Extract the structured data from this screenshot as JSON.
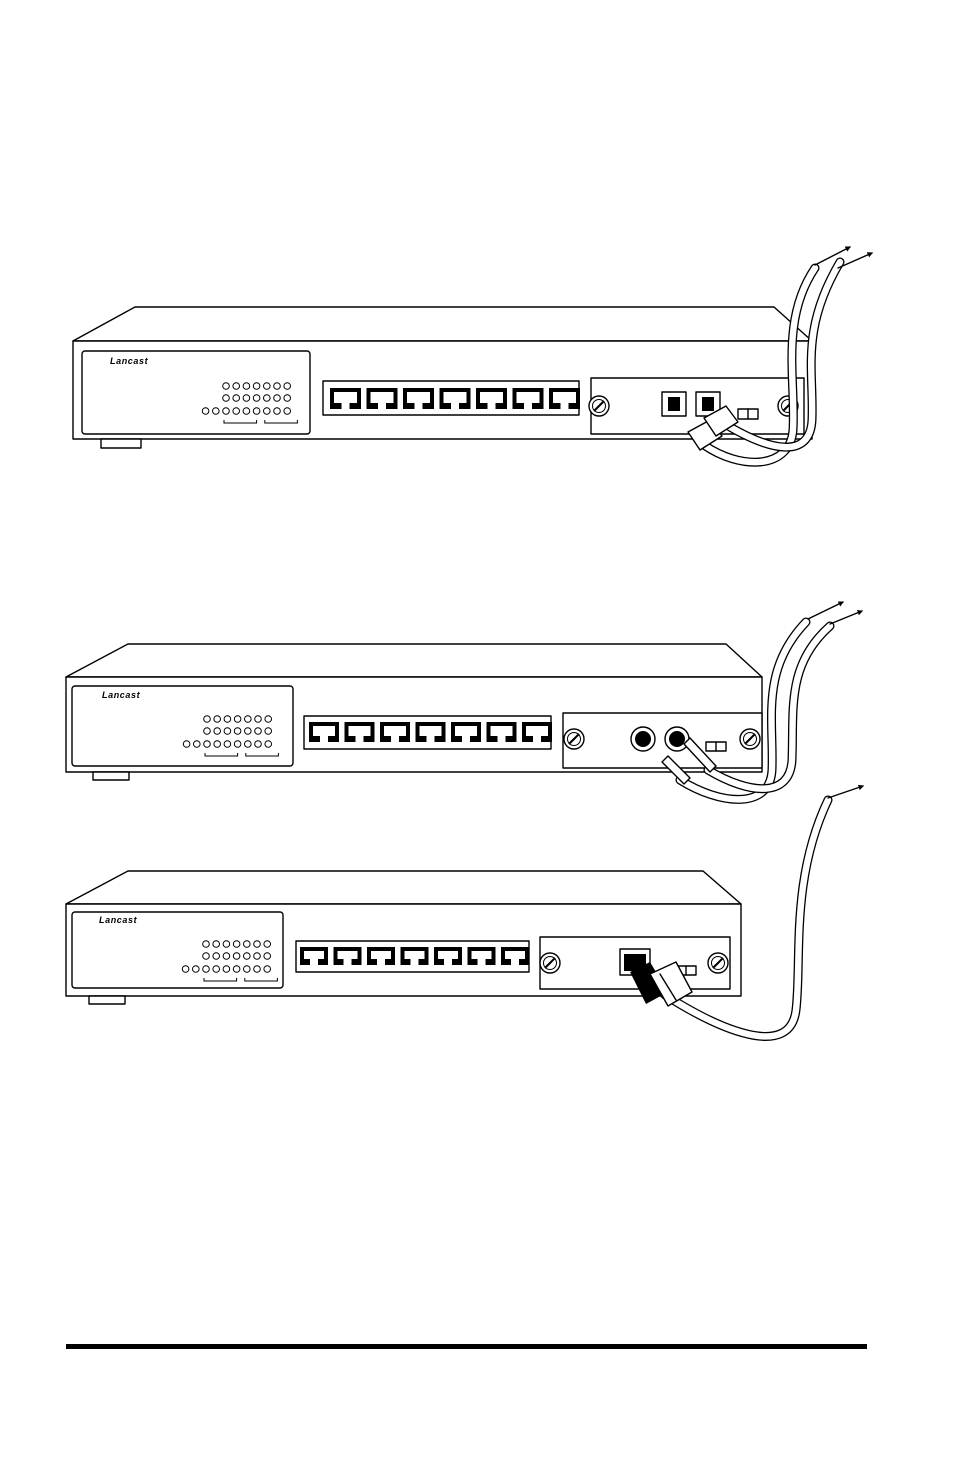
{
  "figure": {
    "brand_label": "Lancast",
    "switches": [
      {
        "id": "sc-fiber",
        "module": "SC duplex fiber"
      },
      {
        "id": "st-fiber",
        "module": "ST fiber"
      },
      {
        "id": "rj45-copper",
        "module": "RJ-45 copper"
      }
    ]
  },
  "page": {
    "rule_color": "#000000"
  }
}
